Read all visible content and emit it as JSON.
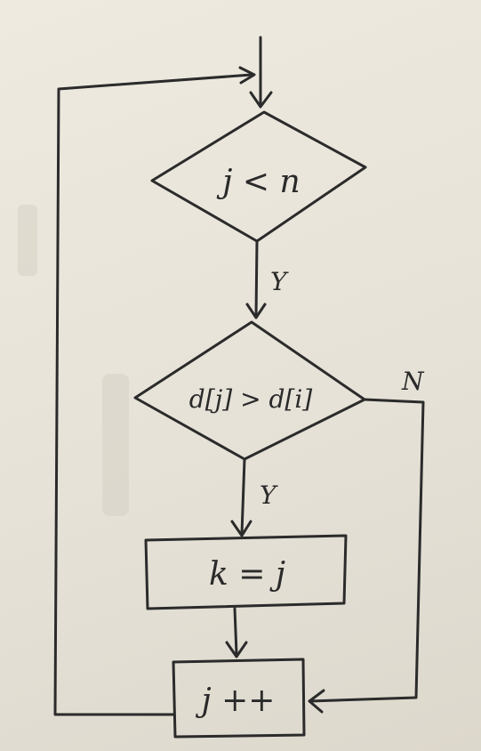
{
  "flowchart": {
    "decision_loop": "j < n",
    "decision_compare": "d[j] > d[i]",
    "process_assign": "k = j",
    "process_increment": "j ++",
    "edge_yes_1": "Y",
    "edge_yes_2": "Y",
    "edge_no": "N"
  }
}
